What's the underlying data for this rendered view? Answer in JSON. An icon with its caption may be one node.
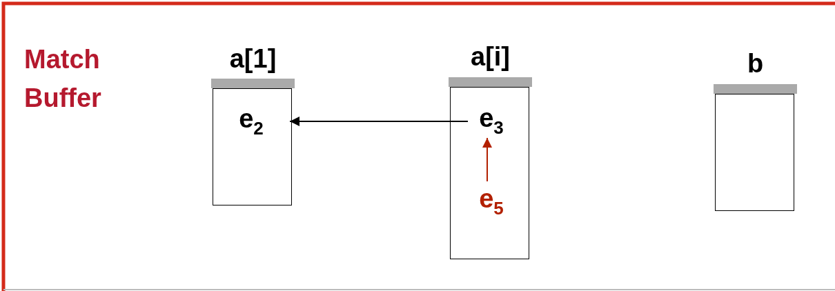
{
  "diagram": {
    "title": "Match Buffer",
    "nodes": [
      {
        "text": [
          "a[1]"
        ]
      },
      {
        "text": [
          "e$_{2}$"
        ],
        "in": 0
      },
      {
        "text": [
          "a[i]"
        ]
      },
      {
        "text": [
          "e$_{3}$"
        ],
        "in": 2
      },
      {
        "text": [
          "e$_{5}$"
        ],
        "in": 2
      },
      {
        "text": [
          "b"
        ]
      }
    ],
    "edges": [
      {
        "from": 3,
        "to": 1,
        "arrow": "to"
      },
      {
        "from": 4,
        "to": 3,
        "arrow": "to",
        "color": "#b22000"
      }
    ]
  }
}
